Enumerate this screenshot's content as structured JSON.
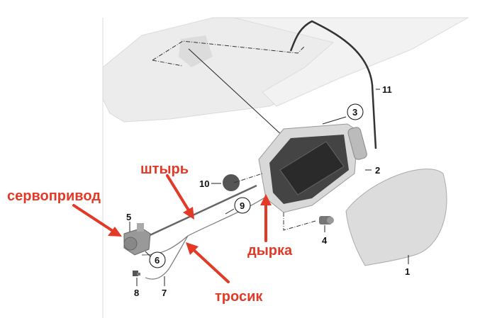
{
  "diagram": {
    "part_numbers": [
      "1",
      "2",
      "3",
      "4",
      "5",
      "6",
      "7",
      "8",
      "9",
      "10",
      "11"
    ],
    "annotations": {
      "pin": "штырь",
      "servo": "сервопривод",
      "hole": "дырка",
      "cable": "тросик"
    },
    "colors": {
      "annotation": "#e23a26",
      "body": "#ececec",
      "part": "#555555"
    }
  }
}
